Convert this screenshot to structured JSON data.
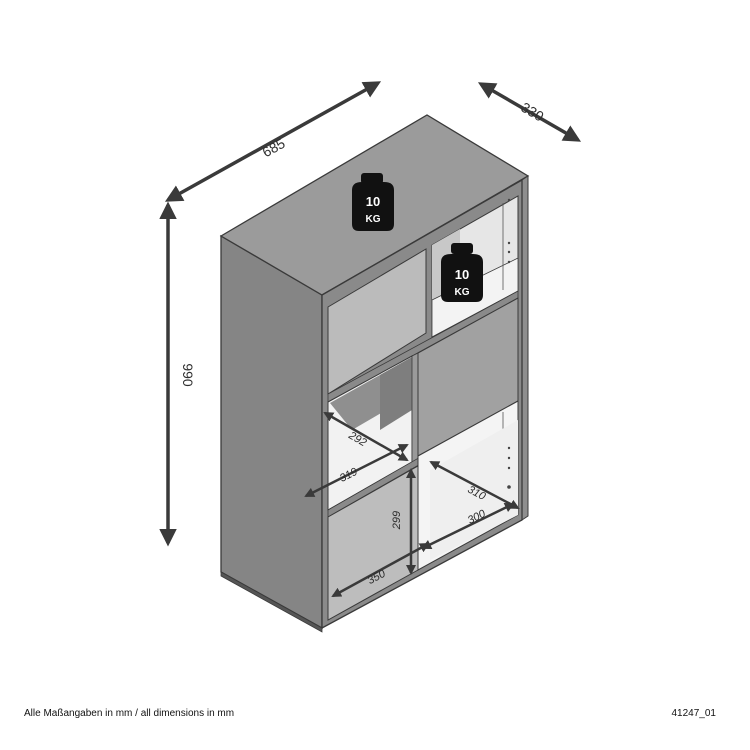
{
  "dimensions": {
    "width": "685",
    "depth": "330",
    "height": "990",
    "inner_depth_top": "292",
    "inner_width_top": "319",
    "inner_height": "299",
    "inner_depth_right": "310",
    "inner_width_right": "300",
    "inner_width_bottom": "350"
  },
  "weights": [
    {
      "value": "10",
      "unit": "KG"
    },
    {
      "value": "10",
      "unit": "KG"
    }
  ],
  "footer": {
    "note": "Alle Maßangaben in mm / all dimensions in mm",
    "code": "41247_01"
  },
  "colors": {
    "outline": "#3a3a3a",
    "side_panel": "#858585",
    "top_panel": "#9b9b9b",
    "front_panel": "#a1a1a1",
    "interior_back": "#bbbbbb",
    "open_interior": "#f2f2f2",
    "arrow": "#3a3a3a",
    "weight_fill": "#111111"
  }
}
